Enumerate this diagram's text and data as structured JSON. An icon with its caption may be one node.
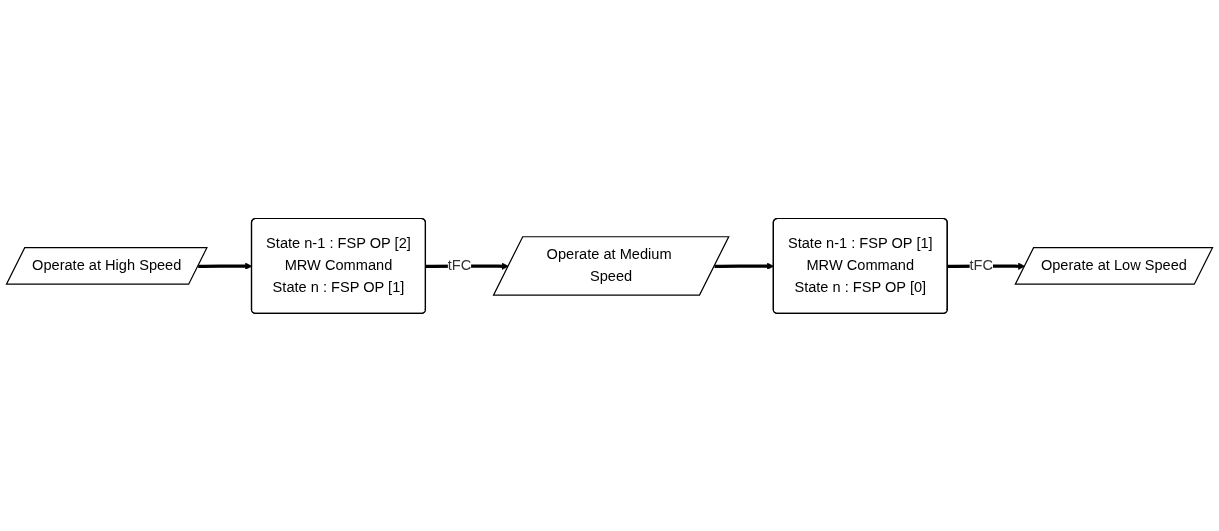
{
  "diagram": {
    "nodes": [
      {
        "text": [
          "Operate at High Speed"
        ]
      },
      {
        "text": [
          "State n-1 : FSP OP [2]",
          "MRW Command",
          "State n : FSP OP [1]"
        ]
      },
      {
        "text": [
          "Operate at Medium Speed"
        ]
      },
      {
        "text": [
          "State n-1 : FSP OP [1]",
          "MRW Command",
          "State n : FSP OP [0]"
        ]
      },
      {
        "text": [
          "Operate at Low Speed"
        ]
      }
    ],
    "edges": [
      {
        "from": 0,
        "to": 1,
        "arrow": "to"
      },
      {
        "from": 1,
        "to": 2,
        "arrow": "to",
        "label": "tFC"
      },
      {
        "from": 2,
        "to": 3,
        "arrow": "to"
      },
      {
        "from": 3,
        "to": 4,
        "arrow": "to",
        "label": "tFC"
      }
    ]
  }
}
